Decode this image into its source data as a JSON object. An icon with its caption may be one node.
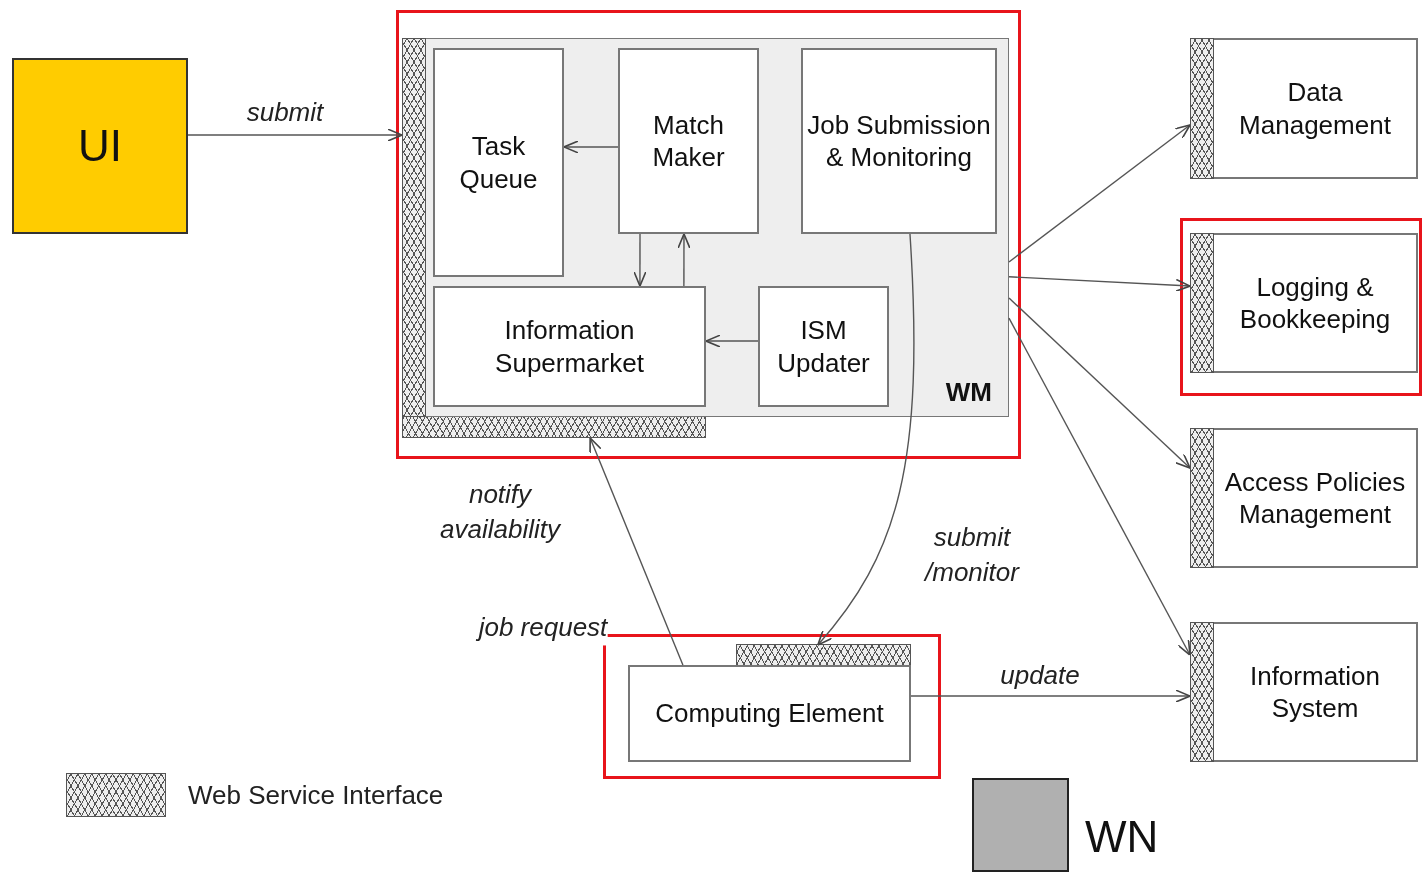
{
  "diagram": {
    "nodes": [
      {
        "text": [
          "UI"
        ]
      },
      {
        "text": [],
        "shape": "box"
      },
      {
        "text": [
          "WM"
        ],
        "in": 1
      },
      {
        "text": [
          "Task Queue"
        ],
        "in": 2
      },
      {
        "text": [
          "Match Maker"
        ],
        "in": 2
      },
      {
        "text": [
          "Job Submission & Monitoring"
        ],
        "in": 2
      },
      {
        "text": [
          "Information Supermarket"
        ],
        "in": 2
      },
      {
        "text": [
          "ISM Updater"
        ],
        "in": 2
      },
      {
        "text": [
          "Data Management"
        ]
      },
      {
        "text": [],
        "shape": "box"
      },
      {
        "text": [
          "Logging & Bookkeeping"
        ],
        "in": 9
      },
      {
        "text": [
          "Access Policies Management"
        ]
      },
      {
        "text": [],
        "shape": "box"
      },
      {
        "text": [
          "Computing Element"
        ],
        "in": 12
      },
      {
        "text": [
          "Information System"
        ]
      },
      {
        "text": [],
        "shape": "box",
        "beside": [
          "WN"
        ]
      }
    ],
    "edges": [
      {
        "from": 0,
        "to": 2,
        "arrow": "to",
        "label": "submit"
      },
      {
        "from": 4,
        "to": 3,
        "arrow": "to"
      },
      {
        "from": 4,
        "to": 6,
        "arrow": "to"
      },
      {
        "from": 6,
        "to": 4,
        "arrow": "to"
      },
      {
        "from": 7,
        "to": 6,
        "arrow": "to"
      },
      {
        "from": 5,
        "to": 13,
        "arrow": "to",
        "label": "submit /monitor"
      },
      {
        "from": 13,
        "to": 2,
        "arrow": "to",
        "label": "notify availability"
      },
      {
        "from": 2,
        "to": 8,
        "arrow": "to"
      },
      {
        "from": 2,
        "to": 10,
        "arrow": "to"
      },
      {
        "from": 2,
        "to": 11,
        "arrow": "to"
      },
      {
        "from": 2,
        "to": 14,
        "arrow": "to"
      },
      {
        "from": 13,
        "to": 14,
        "arrow": "to",
        "label": "update"
      }
    ],
    "labels": [
      "job request"
    ],
    "legend": [
      {
        "text": "Web Service Interface"
      }
    ]
  }
}
